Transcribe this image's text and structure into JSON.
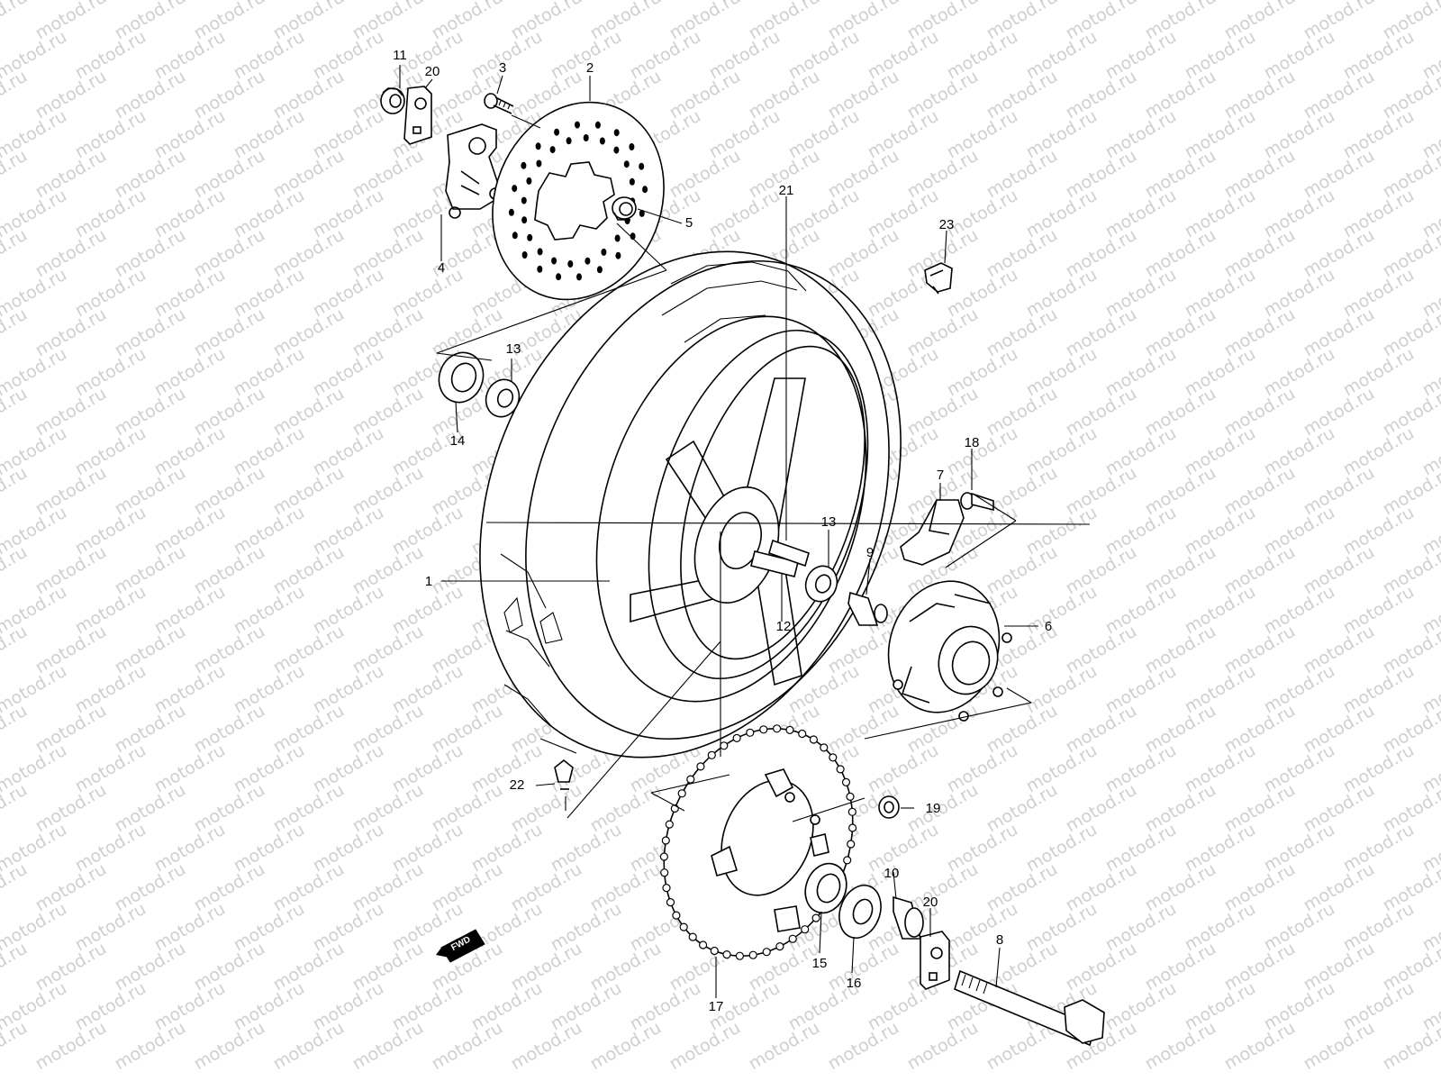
{
  "watermark": {
    "text": "motod.ru"
  },
  "fwd_badge": {
    "text": "FWD"
  },
  "callouts": [
    {
      "id": "c11a",
      "text": "11"
    },
    {
      "id": "c20a",
      "text": "20"
    },
    {
      "id": "c3",
      "text": "3"
    },
    {
      "id": "c2",
      "text": "2"
    },
    {
      "id": "c5",
      "text": "5"
    },
    {
      "id": "c4",
      "text": "4"
    },
    {
      "id": "c21",
      "text": "21"
    },
    {
      "id": "c23",
      "text": "23"
    },
    {
      "id": "c13a",
      "text": "13"
    },
    {
      "id": "c14",
      "text": "14"
    },
    {
      "id": "c18",
      "text": "18"
    },
    {
      "id": "c7",
      "text": "7"
    },
    {
      "id": "c13b",
      "text": "13"
    },
    {
      "id": "c9",
      "text": "9"
    },
    {
      "id": "c1",
      "text": "1"
    },
    {
      "id": "c12",
      "text": "12"
    },
    {
      "id": "c6",
      "text": "6"
    },
    {
      "id": "c22",
      "text": "22"
    },
    {
      "id": "c19",
      "text": "19"
    },
    {
      "id": "c10",
      "text": "10"
    },
    {
      "id": "c20b",
      "text": "20"
    },
    {
      "id": "c8",
      "text": "8"
    },
    {
      "id": "c15",
      "text": "15"
    },
    {
      "id": "c16",
      "text": "16"
    },
    {
      "id": "c17",
      "text": "17"
    }
  ]
}
